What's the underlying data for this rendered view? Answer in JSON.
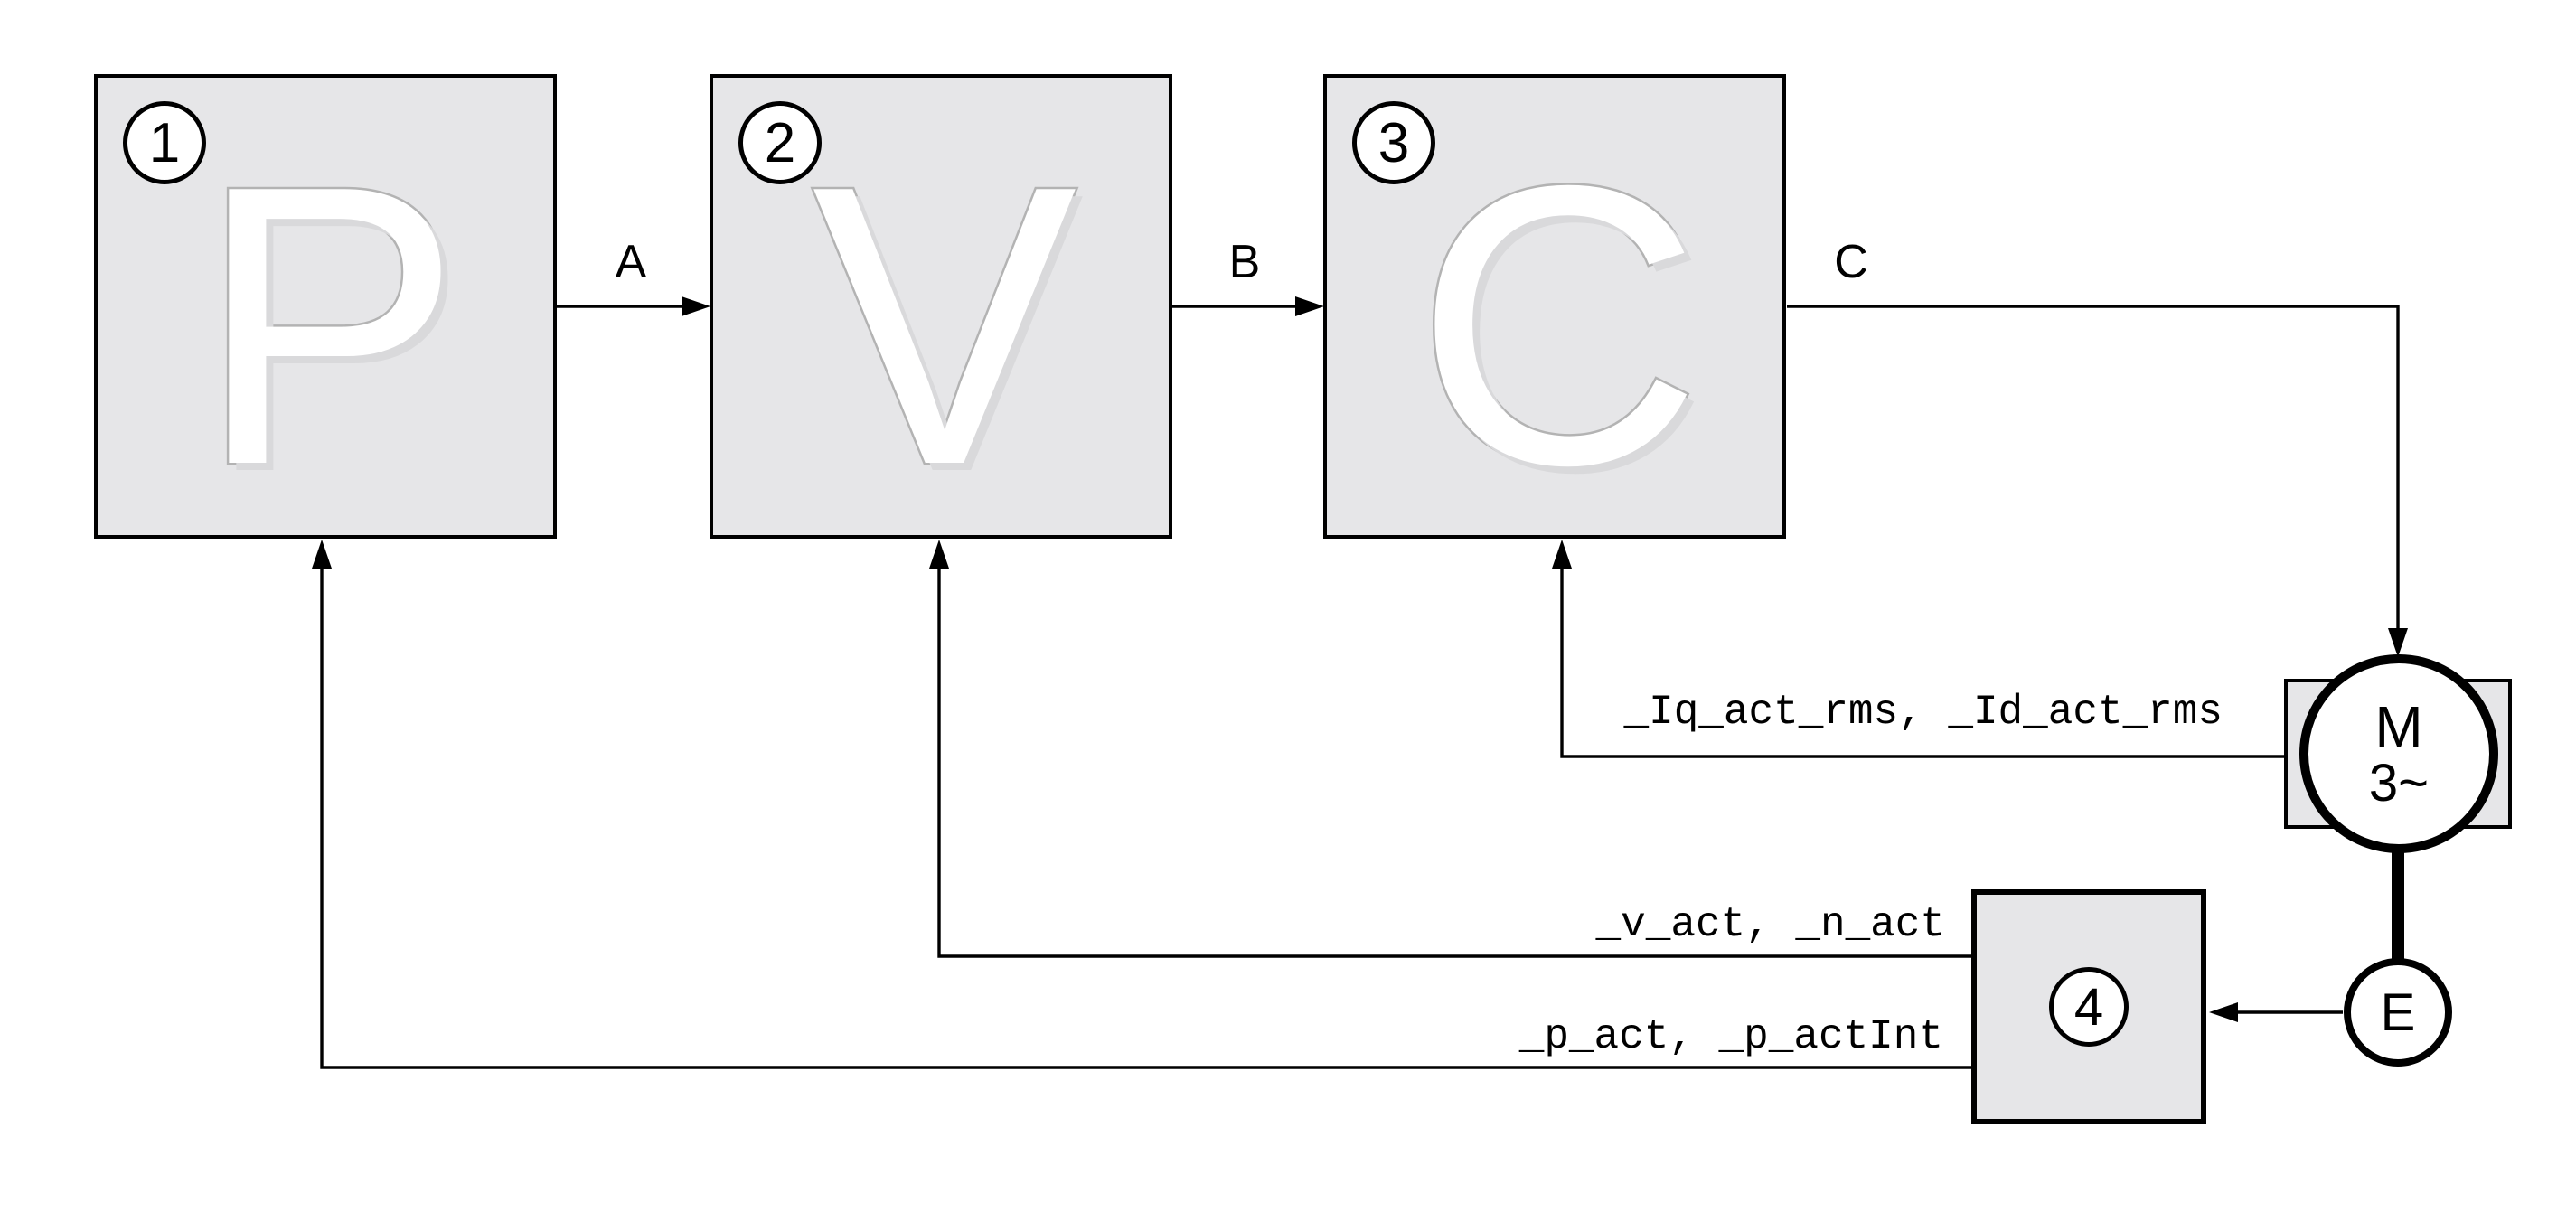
{
  "figure": {
    "description": "Control loop block diagram: position, velocity and current controllers driving a three-phase motor with encoder feedback evaluation",
    "colors": {
      "canvas_bg": "#ffffff",
      "block_fill": "#e6e6e8",
      "block_border": "#000000",
      "line": "#000000",
      "watermark_fill": "#ffffff",
      "watermark_outline": "#b3b3b3",
      "watermark_shadow": "#d9d9db"
    },
    "controller_blocks": [
      {
        "number": "1",
        "letter": "P"
      },
      {
        "number": "2",
        "letter": "V"
      },
      {
        "number": "3",
        "letter": "C"
      }
    ],
    "evaluation_block": {
      "number": "4"
    },
    "signal_labels": {
      "a": "A",
      "b": "B",
      "c": "C"
    },
    "feedback_labels": {
      "current": "_Iq_act_rms, _Id_act_rms",
      "velocity": "_v_act, _n_act",
      "position": "_p_act, _p_actInt"
    },
    "motor": {
      "letter": "M",
      "phases": "3~"
    },
    "encoder": {
      "letter": "E"
    }
  }
}
